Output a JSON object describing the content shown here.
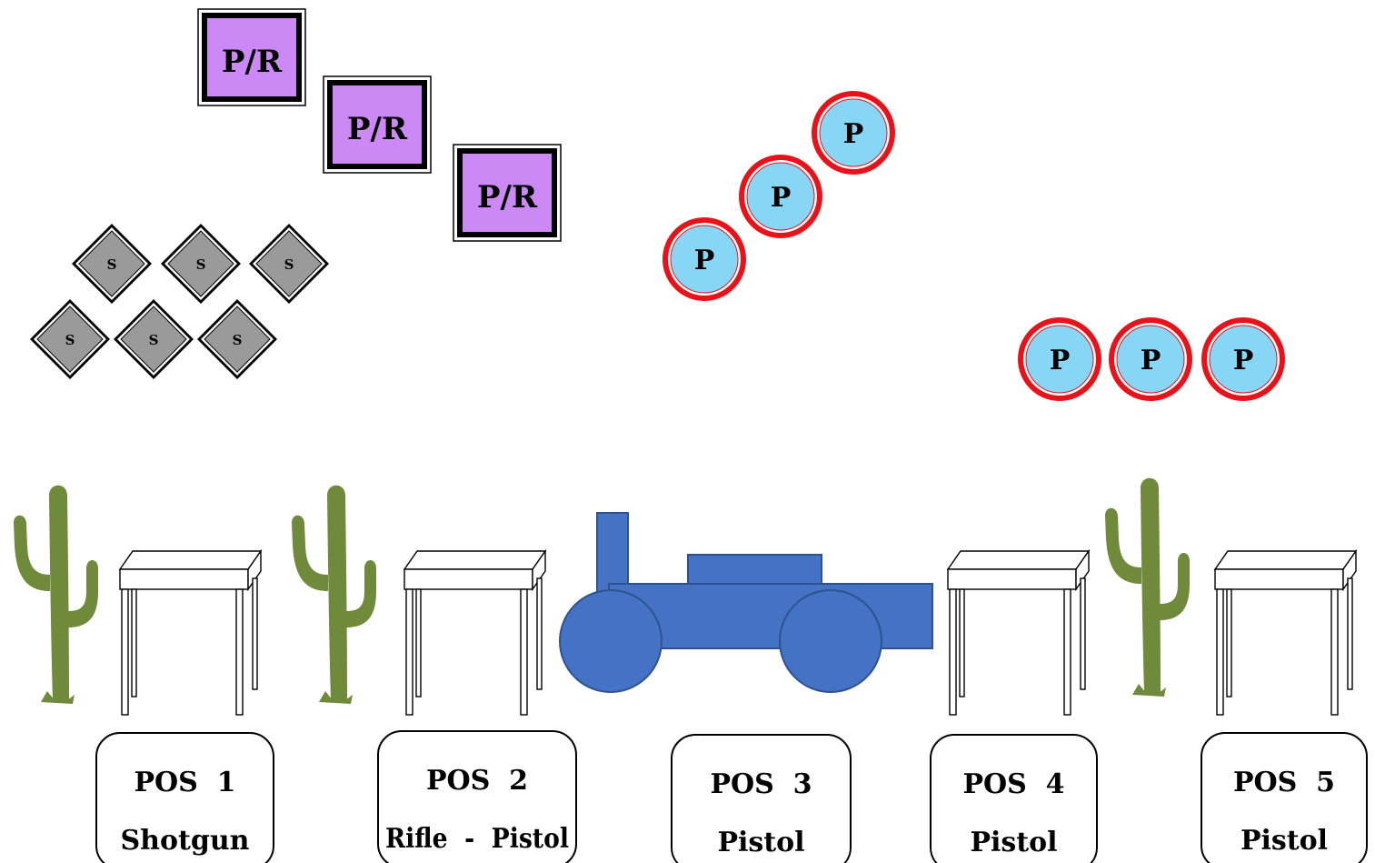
{
  "colors": {
    "pr_fill": "#cc88f4",
    "popper_fill": "#87d6f5",
    "popper_ring": "#e8121a",
    "shotgun_fill": "#9a9a9a",
    "cannon_fill": "#4472c4",
    "cannon_stroke": "#2f528f",
    "cactus_green": "#6f8a3a"
  },
  "targets": {
    "pistol_rifle": {
      "label": "P/R",
      "count": 3
    },
    "shotgun": {
      "label": "S",
      "count": 6
    },
    "pistol_group_a": {
      "label": "P",
      "count": 3
    },
    "pistol_group_b": {
      "label": "P",
      "count": 3
    }
  },
  "icons": {
    "cactus": "cactus-icon",
    "table": "shooting-table-icon",
    "cannon": "cannon-prop-icon"
  },
  "positions": [
    {
      "title": "POS  1",
      "gun": "Shotgun"
    },
    {
      "title": "POS  2",
      "gun": "Rifle  -  Pistol"
    },
    {
      "title": "POS  3",
      "gun": "Pistol"
    },
    {
      "title": "POS  4",
      "gun": "Pistol"
    },
    {
      "title": "POS  5",
      "gun": "Pistol"
    }
  ]
}
